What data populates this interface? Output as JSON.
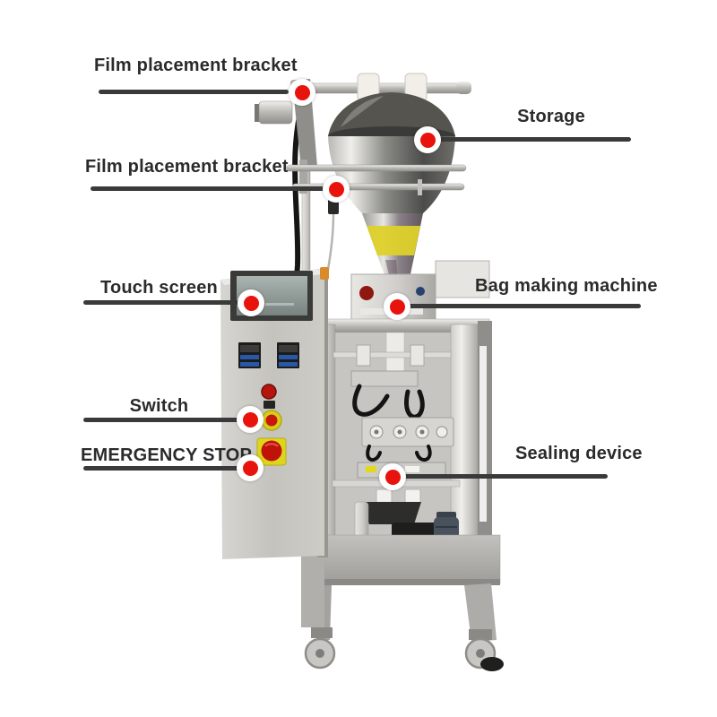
{
  "diagram": {
    "subject": "vertical-form-fill-seal-packing-machine",
    "background_color": "#ffffff"
  },
  "colors": {
    "marker_dot": "#e8130c",
    "marker_ring": "#ffffff",
    "leader_line": "#3a3a3a",
    "label_text": "#2b2b2b",
    "emergency_stop_red": "#c41408",
    "emergency_stop_yellow": "#ddd51d",
    "machine_steel": "#c9c8c4",
    "motor_blue_gray": "#49525c"
  },
  "annotations": {
    "labels": [
      {
        "id": "film-placement-bracket-top",
        "text": "Film placement bracket",
        "side": "left"
      },
      {
        "id": "storage",
        "text": "Storage",
        "side": "right"
      },
      {
        "id": "film-placement-bracket-lower",
        "text": "Film placement bracket",
        "side": "left"
      },
      {
        "id": "touch-screen",
        "text": "Touch screen",
        "side": "left"
      },
      {
        "id": "bag-making-machine",
        "text": "Bag making machine",
        "side": "right"
      },
      {
        "id": "switch",
        "text": "Switch",
        "side": "left"
      },
      {
        "id": "emergency-stop",
        "text": "EMERGENCY STOP",
        "side": "left"
      },
      {
        "id": "sealing-device",
        "text": "Sealing device",
        "side": "right"
      }
    ]
  }
}
